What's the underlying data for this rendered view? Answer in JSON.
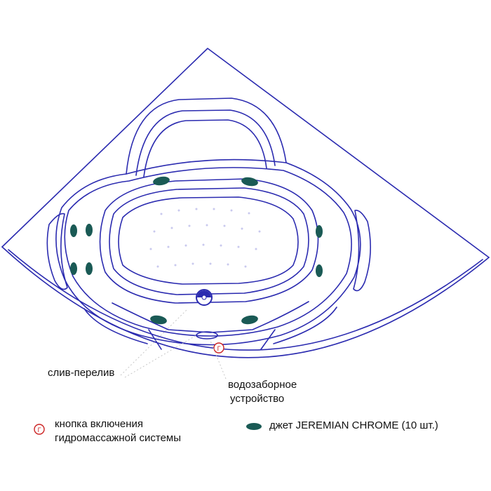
{
  "labels": {
    "drain_overflow": "слив-перелив",
    "intake_line1": "водозаборное",
    "intake_line2": "устройство"
  },
  "legend": {
    "button_line1": "кнопка включения",
    "button_line2": "гидромассажной системы",
    "button_symbol": "Г",
    "jet_text": "джет JEREMIAN  CHROME (10 шт.)"
  },
  "colors": {
    "outline": "#2b2bb0",
    "jet": "#1a5a55",
    "button": "#cc2222",
    "text": "#111111"
  },
  "jet_count": 10
}
